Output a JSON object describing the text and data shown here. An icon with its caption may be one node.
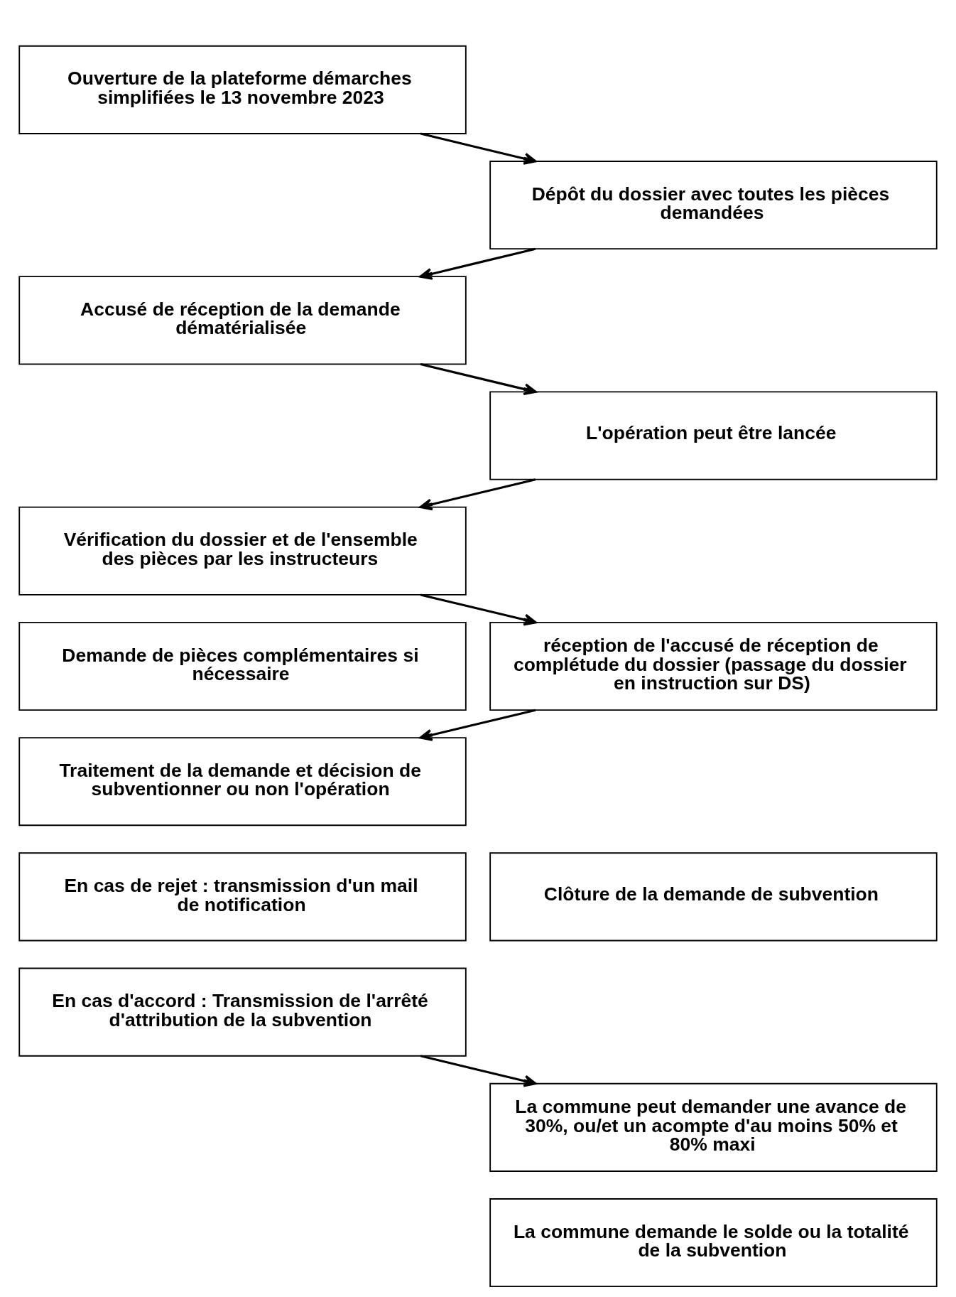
{
  "diagram": {
    "nodes": [
      {
        "text": [
          "Ouverture de la plateforme démarches simplifiées le 13 novembre 2023"
        ]
      },
      {
        "text": [
          "Dépôt du dossier avec toutes les pièces demandées"
        ]
      },
      {
        "text": [
          "Accusé de réception de la demande dématérialisée"
        ]
      },
      {
        "text": [
          "L'opération peut être lancée"
        ]
      },
      {
        "text": [
          "Vérification du dossier et de l'ensemble des pièces par les instructeurs"
        ]
      },
      {
        "text": [
          "Demande de pièces complémentaires si nécessaire"
        ]
      },
      {
        "text": [
          "réception de l'accusé de réception de complétude du dossier (passage du dossier en instruction sur DS)"
        ]
      },
      {
        "text": [
          "Traitement de la demande et décision de subventionner ou non l'opération"
        ]
      },
      {
        "text": [
          "En cas de rejet : transmission d'un mail de notification"
        ]
      },
      {
        "text": [
          "Clôture de la demande de subvention"
        ]
      },
      {
        "text": [
          "En cas d'accord : Transmission de l'arrêté d'attribution de la subvention"
        ]
      },
      {
        "text": [
          "La commune peut demander une avance de 30%, ou/et un acompte d'au moins 50% et 80% maxi"
        ]
      },
      {
        "text": [
          "La commune demande le solde ou la totalité de la subvention"
        ]
      }
    ],
    "edges": [
      {
        "from": 0,
        "to": 1,
        "arrow": "to"
      },
      {
        "from": 1,
        "to": 2,
        "arrow": "to"
      },
      {
        "from": 2,
        "to": 3,
        "arrow": "to"
      },
      {
        "from": 3,
        "to": 4,
        "arrow": "to"
      },
      {
        "from": 4,
        "to": 6,
        "arrow": "to"
      },
      {
        "from": 6,
        "to": 7,
        "arrow": "to"
      },
      {
        "from": 10,
        "to": 11,
        "arrow": "to"
      }
    ]
  }
}
